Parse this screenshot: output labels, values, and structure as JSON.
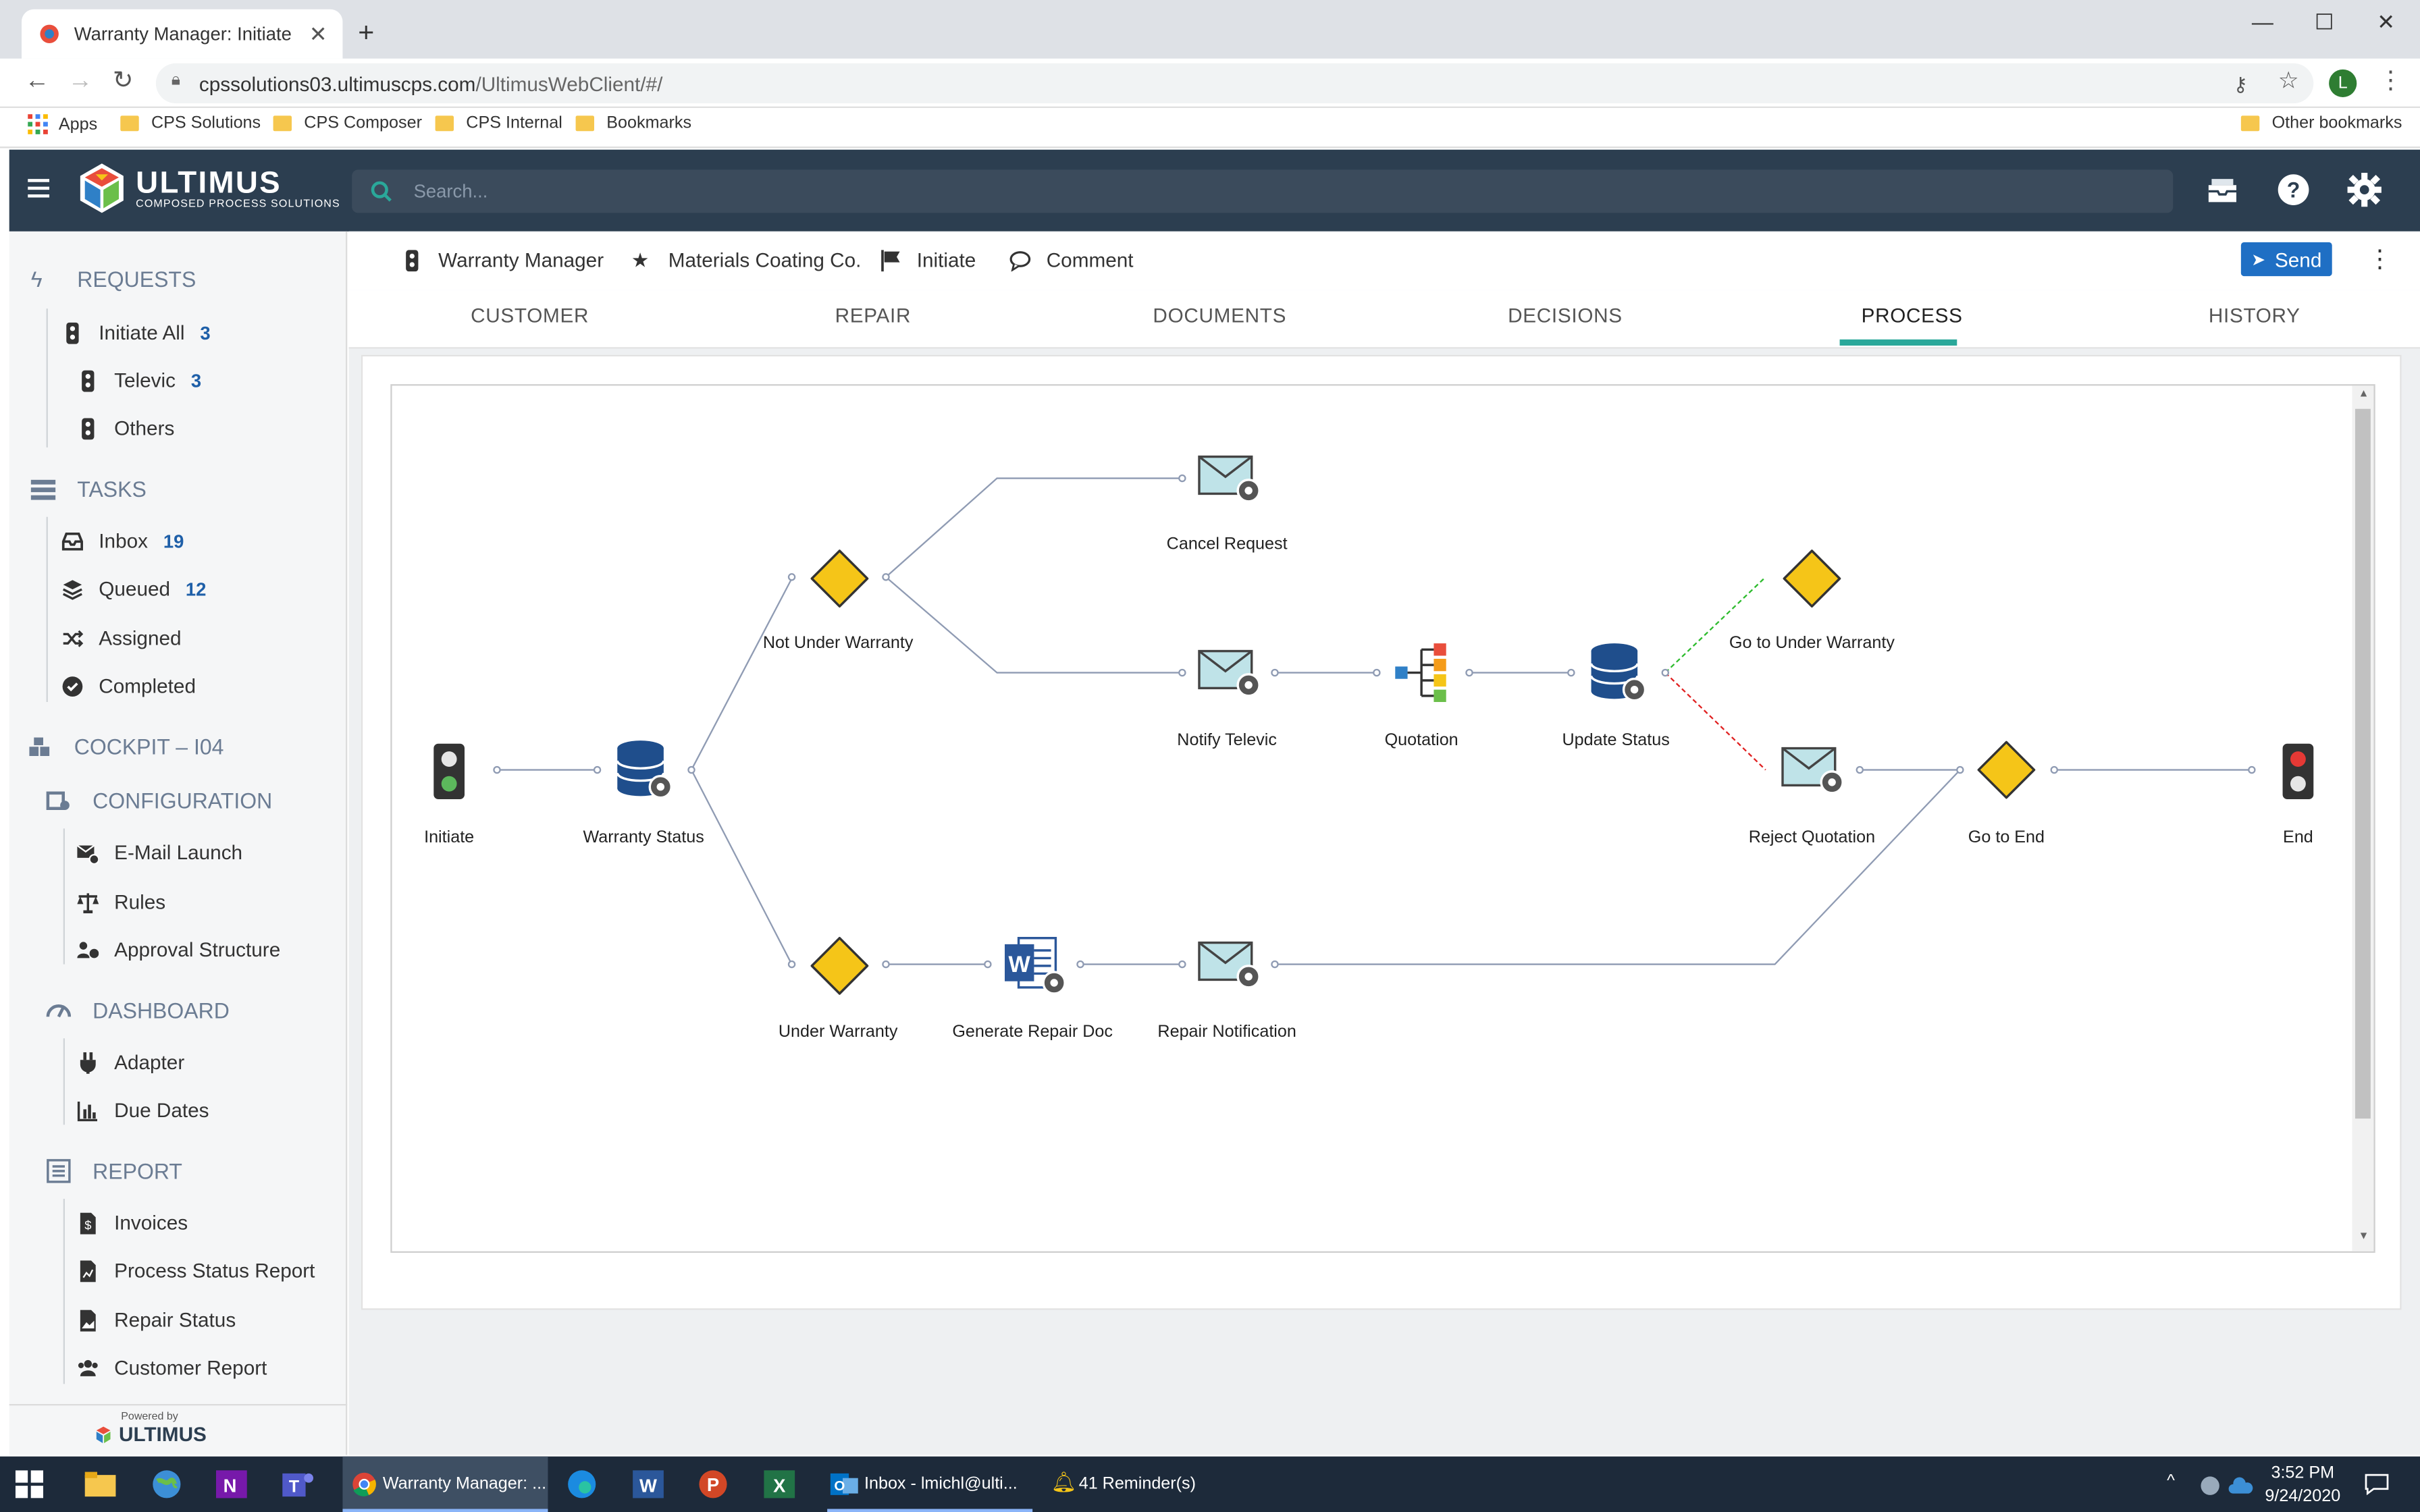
{
  "browser": {
    "tab_title": "Warranty Manager: Initiate",
    "url_host": "cpssolutions03.ultimuscps.com",
    "url_path": "/UltimusWebClient/#/",
    "profile_initial": "L",
    "bookmarks": [
      "Apps",
      "CPS Solutions",
      "CPS Composer",
      "CPS Internal",
      "Bookmarks"
    ],
    "other_bookmarks": "Other bookmarks"
  },
  "app": {
    "logo_name": "ULTIMUS",
    "logo_sub": "COMPOSED PROCESS SOLUTIONS",
    "search_placeholder": "Search...",
    "powered_by": "Powered by",
    "powered_brand": "ULTIMUS"
  },
  "sidebar": {
    "requests": {
      "label": "REQUESTS",
      "items": [
        {
          "label": "Initiate All",
          "count": "3"
        },
        {
          "label": "Televic",
          "count": "3"
        },
        {
          "label": "Others",
          "count": ""
        }
      ]
    },
    "tasks": {
      "label": "TASKS",
      "items": [
        {
          "label": "Inbox",
          "count": "19"
        },
        {
          "label": "Queued",
          "count": "12"
        },
        {
          "label": "Assigned",
          "count": ""
        },
        {
          "label": "Completed",
          "count": ""
        }
      ]
    },
    "cockpit": {
      "label": "COCKPIT – I04"
    },
    "configuration": {
      "label": "CONFIGURATION",
      "items": [
        {
          "label": "E-Mail Launch"
        },
        {
          "label": "Rules"
        },
        {
          "label": "Approval Structure"
        }
      ]
    },
    "dashboard": {
      "label": "DASHBOARD",
      "items": [
        {
          "label": "Adapter"
        },
        {
          "label": "Due Dates"
        }
      ]
    },
    "report": {
      "label": "REPORT",
      "items": [
        {
          "label": "Invoices"
        },
        {
          "label": "Process Status Report"
        },
        {
          "label": "Repair Status"
        },
        {
          "label": "Customer Report"
        }
      ]
    }
  },
  "breadcrumb": {
    "process": "Warranty Manager",
    "customer": "Materials Coating Co.",
    "step": "Initiate",
    "comment": "Comment",
    "send": "Send"
  },
  "tabs": [
    "CUSTOMER",
    "REPAIR",
    "DOCUMENTS",
    "DECISIONS",
    "PROCESS",
    "HISTORY"
  ],
  "active_tab": "PROCESS",
  "process_steps": {
    "initiate": "Initiate",
    "warranty_status": "Warranty Status",
    "not_under_warranty": "Not Under Warranty",
    "cancel_request": "Cancel Request",
    "notify_televic": "Notify Televic",
    "quotation": "Quotation",
    "update_status": "Update Status",
    "go_to_under_warranty": "Go to Under Warranty",
    "reject_quotation": "Reject Quotation",
    "go_to_end": "Go to End",
    "end": "End",
    "under_warranty": "Under Warranty",
    "generate_repair_doc": "Generate Repair Doc",
    "repair_notification": "Repair Notification"
  },
  "taskbar": {
    "chrome_title": "Warranty Manager: ...",
    "outlook_title": "Inbox - lmichl@ulti...",
    "reminders": "41 Reminder(s)",
    "time": "3:52 PM",
    "date": "9/24/2020"
  },
  "colors": {
    "header_bg": "#2c3e50",
    "accent": "#2aa89a",
    "send_button": "#1f6fc4",
    "count": "#1e5fa8",
    "diamond": "#f5c518"
  }
}
